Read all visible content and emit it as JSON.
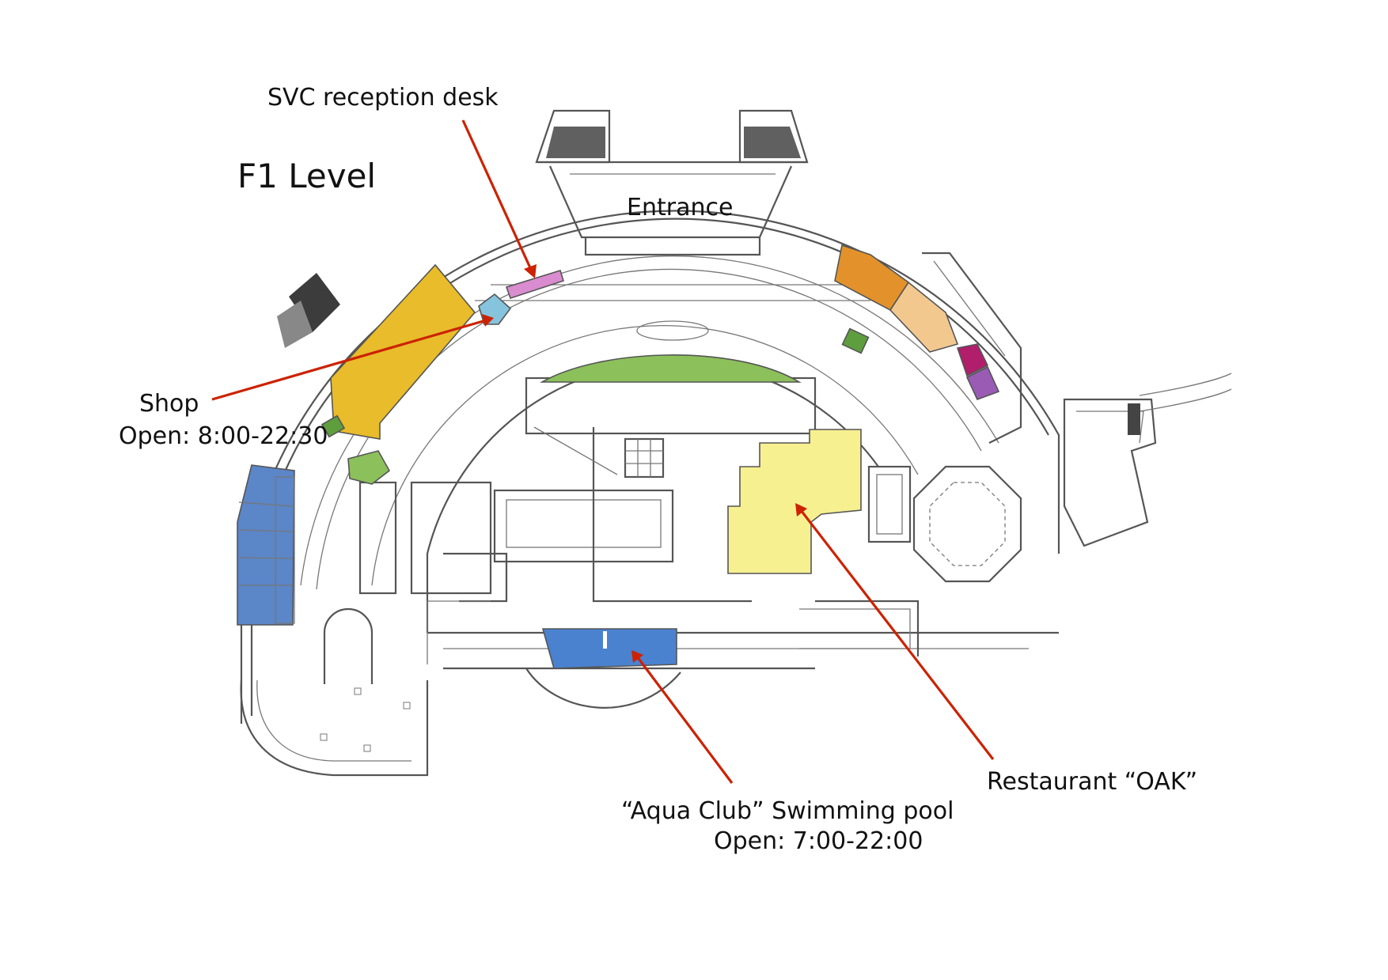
{
  "floor_label": "F1 Level",
  "legend_colors": {
    "shop": "#e8bc2a",
    "shop_annex": "#86c3dc",
    "reception": "#d98ccf",
    "green_lawn": "#8cc05a",
    "restaurant": "#f7f091",
    "pool": "#4a82d0",
    "blue_rooms": "#5b86c8",
    "orange": "#e3922b",
    "peach": "#f2c88f",
    "magenta": "#b01e6c",
    "purple": "#9a5bb5",
    "small_green": "#5f9e3e",
    "arrow": "#cc2200"
  },
  "labels": {
    "entrance": "Entrance",
    "reception": "SVC reception desk",
    "shop_name": "Shop",
    "shop_hours": "Open: 8:00-22:30",
    "pool_name": "“Aqua Club” Swimming pool",
    "pool_hours": "Open: 7:00-22:00",
    "restaurant": "Restaurant “OAK”"
  }
}
